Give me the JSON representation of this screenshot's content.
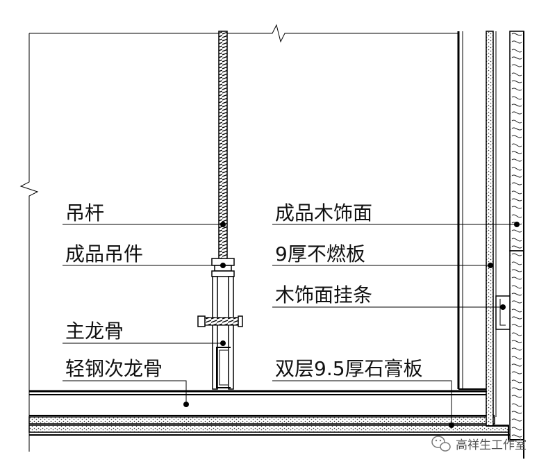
{
  "labels": {
    "hanger_rod": "吊杆",
    "hanger_fitting": "成品吊件",
    "main_keel": "主龙骨",
    "light_steel_sub_keel": "轻钢次龙骨",
    "wood_finish": "成品木饰面",
    "fire_board": "9厚不燃板",
    "wood_hanging_strip": "木饰面挂条",
    "gypsum_board": "双层9.5厚石膏板"
  },
  "watermark": {
    "icon": "wechat-icon",
    "text": "高祥生工作室"
  }
}
